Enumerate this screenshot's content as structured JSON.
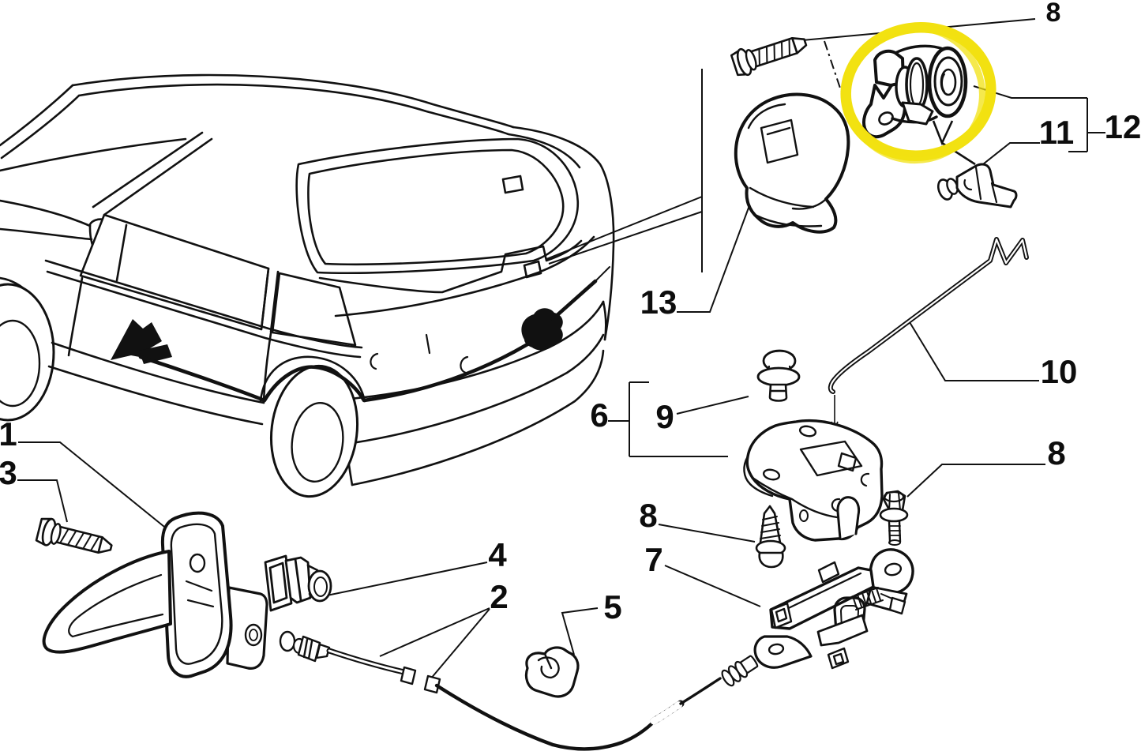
{
  "diagram": {
    "type": "exploded-parts-diagram",
    "background_color": "#ffffff",
    "line_color": "#111111",
    "highlight_color": "#f2e111",
    "labels": {
      "n1": "1",
      "n2": "2",
      "n3": "3",
      "n4": "4",
      "n5": "5",
      "n6": "6",
      "n7": "7",
      "n8_top": "8",
      "n8_mid": "8",
      "n8_right": "8",
      "n9": "9",
      "n10": "10",
      "n11": "11",
      "n12": "12",
      "n13": "13"
    }
  }
}
